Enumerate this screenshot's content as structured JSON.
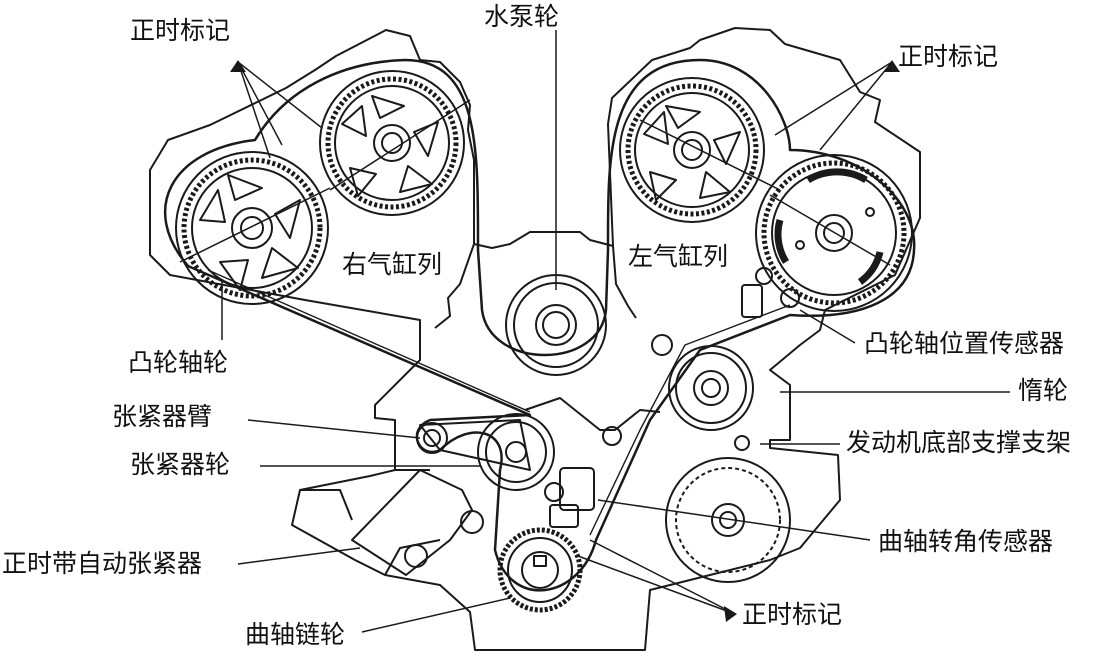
{
  "labels": {
    "timing_mark_top_left": "正时标记",
    "water_pump_pulley": "水泵轮",
    "timing_mark_top_right": "正时标记",
    "right_bank": "右气缸列",
    "left_bank": "左气缸列",
    "camshaft_position_sensor": "凸轮轴位置传感器",
    "camshaft_pulley": "凸轮轴轮",
    "idler_pulley": "惰轮",
    "tensioner_arm": "张紧器臂",
    "engine_bottom_support_bracket": "发动机底部支撑支架",
    "tensioner_pulley": "张紧器轮",
    "crankshaft_angle_sensor": "曲轴转角传感器",
    "timing_belt_auto_tensioner": "正时带自动张紧器",
    "timing_mark_bottom": "正时标记",
    "crankshaft_sprocket": "曲轴链轮"
  },
  "colors": {
    "line": "#1a1a1a",
    "fill": "#ffffff",
    "text": "#111111"
  }
}
